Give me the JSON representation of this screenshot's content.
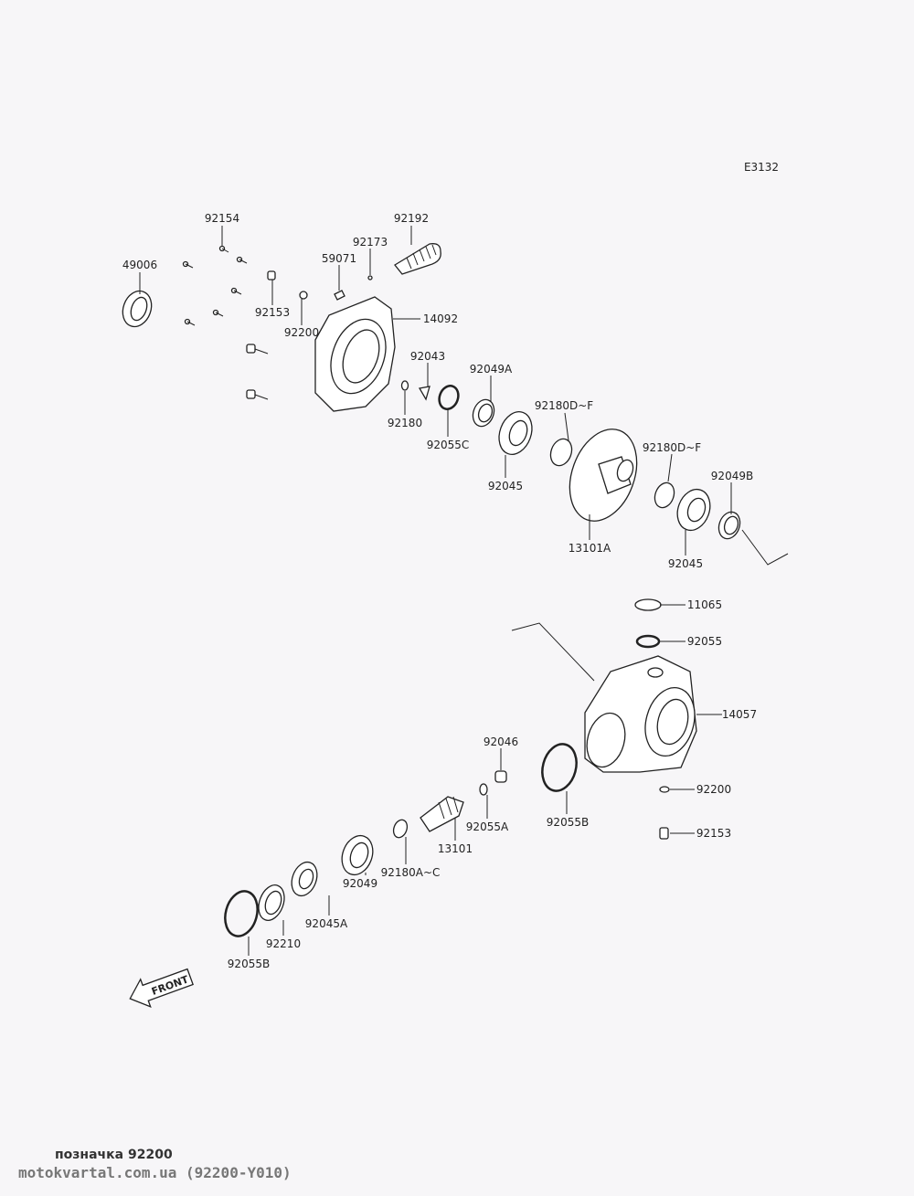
{
  "diagram_code": "E3132",
  "labels": {
    "l92154": "92154",
    "l92192": "92192",
    "l92173": "92173",
    "l59071": "59071",
    "l49006": "49006",
    "l92153a": "92153",
    "l92200a": "92200",
    "l14092": "14092",
    "l92043": "92043",
    "l92049A": "92049A",
    "l92180": "92180",
    "l92055C": "92055C",
    "l92180DFa": "92180D~F",
    "l92045a": "92045",
    "l92180DFb": "92180D~F",
    "l92049B": "92049B",
    "l13101A": "13101A",
    "l92045b": "92045",
    "l11065": "11065",
    "l92055": "92055",
    "l14057": "14057",
    "l92046": "92046",
    "l92200b": "92200",
    "l92153b": "92153",
    "l92055Ba": "92055B",
    "l92055A": "92055A",
    "l13101": "13101",
    "l92180AC": "92180A~C",
    "l92049": "92049",
    "l92045A": "92045A",
    "l92210": "92210",
    "l92055Bb": "92055B",
    "front": "FRONT"
  },
  "footer": {
    "caption": "позначка 92200",
    "source": "motokvartal.com.ua (92200-Y010)"
  }
}
